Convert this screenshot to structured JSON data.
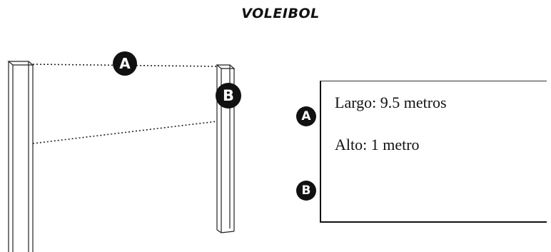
{
  "title": "VOLEIBOL",
  "markers": {
    "a": "A",
    "b": "B"
  },
  "info": {
    "largo": "Largo: 9.5 metros",
    "alto": "Alto: 1 metro"
  }
}
